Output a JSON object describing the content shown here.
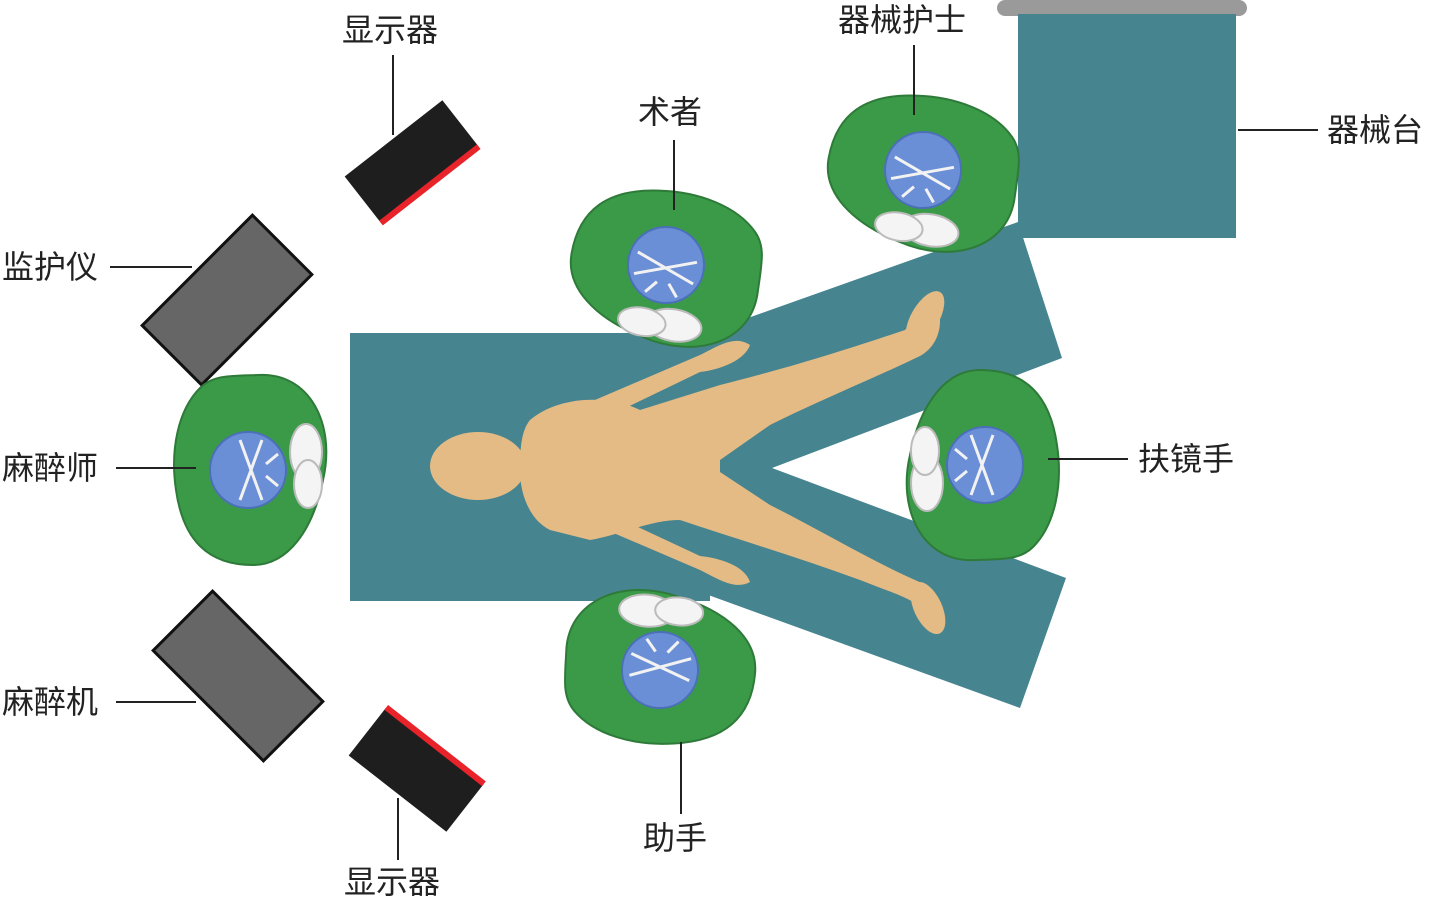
{
  "colors": {
    "table": "#468490",
    "body": "#E5BB85",
    "gown": "#3A9A48",
    "gown_edge": "#2E7A39",
    "cap": "#6A8FD6",
    "cap_edge": "#4C6FBA",
    "mask": "#F2F2F2",
    "device": "#666666",
    "monitor": "#1E1E1E",
    "monitor_accent": "#E8232A",
    "tray_rail": "#9A9A9A",
    "line": "#222222"
  },
  "icons": {
    "person": "surgeon-topview-icon",
    "display": "display-screen-icon",
    "device": "equipment-box-icon"
  },
  "labels": {
    "display_top": "显示器",
    "instrument_nurse": "器械护士",
    "surgeon": "术者",
    "instrument_table": "器械台",
    "monitor_device": "监护仪",
    "anesthesiologist": "麻醉师",
    "scope_holder": "扶镜手",
    "anesthesia_machine": "麻醉机",
    "assistant": "助手",
    "display_bottom": "显示器"
  }
}
